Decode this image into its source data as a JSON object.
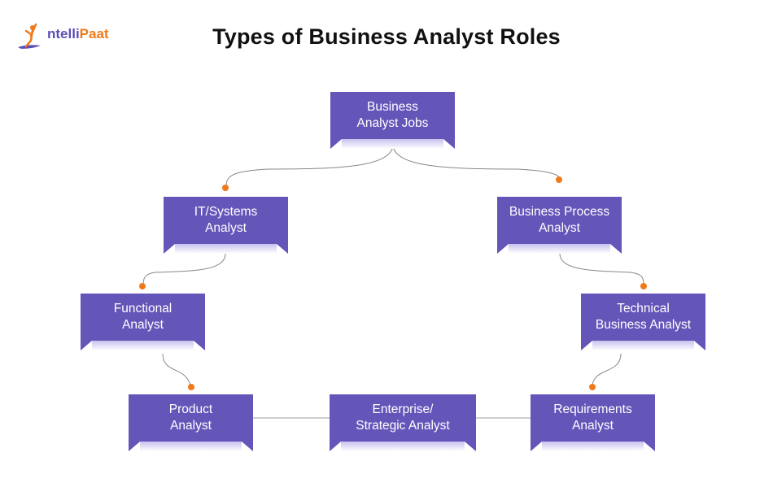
{
  "header": {
    "logo_text_part1": "ntelli",
    "logo_text_part2": "Paat",
    "logo_full": "IntelliPaat",
    "title": "Types of Business Analyst Roles"
  },
  "colors": {
    "box": "#6455b9",
    "dot": "#f07a1a",
    "line": "#888888"
  },
  "nodes": {
    "root": {
      "line1": "Business",
      "line2": "Analyst Jobs"
    },
    "it_systems": {
      "line1": "IT/Systems",
      "line2": "Analyst"
    },
    "business_process": {
      "line1": "Business Process",
      "line2": "Analyst"
    },
    "functional": {
      "line1": "Functional",
      "line2": "Analyst"
    },
    "technical": {
      "line1": "Technical",
      "line2": "Business Analyst"
    },
    "product": {
      "line1": "Product",
      "line2": "Analyst"
    },
    "enterprise": {
      "line1": "Enterprise/",
      "line2": "Strategic Analyst"
    },
    "requirements": {
      "line1": "Requirements",
      "line2": "Analyst"
    }
  }
}
